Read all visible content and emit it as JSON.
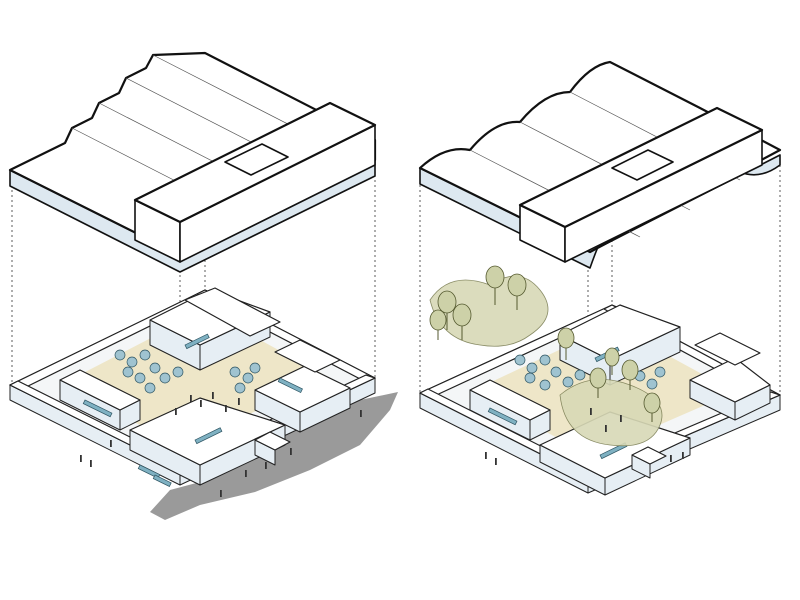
{
  "colors": {
    "outline": "#111111",
    "glass": "#dde8f0",
    "courtyard": "#eee6c8",
    "furniture": "#9fc3d0",
    "vegetation": "#cdd1a8",
    "ground": "#9a9a9a"
  },
  "diagrams": [
    {
      "variant": "sawtooth-roof",
      "roof_style": "sawtooth",
      "has_trees": false,
      "has_ground_ramp": true
    },
    {
      "variant": "wave-roof",
      "roof_style": "wave",
      "has_trees": true,
      "has_ground_ramp": false
    }
  ]
}
